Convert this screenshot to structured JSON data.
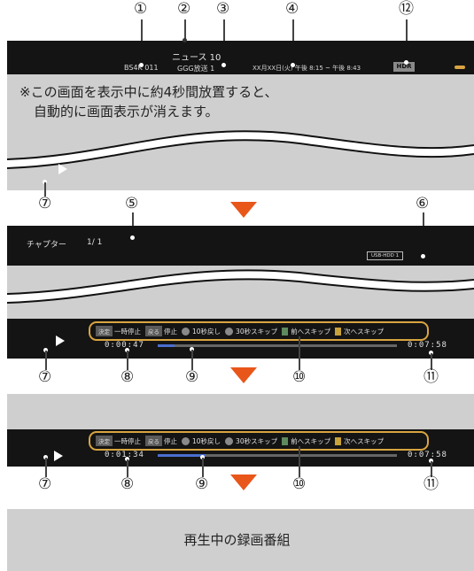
{
  "callouts": {
    "c1": "①",
    "c2": "②",
    "c3": "③",
    "c4": "④",
    "c12": "⑫",
    "c7a": "⑦",
    "c5": "⑤",
    "c6": "⑥",
    "c7b": "⑦",
    "c8a": "⑧",
    "c9a": "⑨",
    "c10a": "⑩",
    "c11a": "⑪",
    "c7c": "⑦",
    "c8b": "⑧",
    "c9b": "⑨",
    "c10b": "⑩",
    "c11b": "⑪"
  },
  "screen1": {
    "program_title": "ニュース 10",
    "channel_id": "BS4K 011",
    "broadcaster": "GGG放送 1",
    "date_time": "XX月XX日(火)  午後 8:15 ~ 午後 8:43",
    "hdr_badge": "HDR",
    "note_line1": "※この画面を表示中に約4秒間放置すると、",
    "note_line2": "自動的に画面表示が消えます。"
  },
  "screen2": {
    "chapter_label": "チャプター",
    "chapter_value": "1/  1",
    "device_badge": "USB-HDD 1",
    "elapsed": "0:00:47",
    "total": "0:07:58",
    "progress": 0.07
  },
  "screen3": {
    "elapsed": "0:01:34",
    "total": "0:07:58",
    "progress": 0.2
  },
  "keys": {
    "k1_badge": "決定",
    "k1_label": "一時停止",
    "k2_badge": "戻る",
    "k2_label": "停止",
    "k3_label": "10秒戻し",
    "k4_label": "30秒スキップ",
    "k5_label": "前へスキップ",
    "k6_label": "次へスキップ"
  },
  "final_label": "再生中の録画番組",
  "colors": {
    "arrow": "#e8561a",
    "bar_border": "#d9a441",
    "progress_fill": "#4a6fd0"
  }
}
